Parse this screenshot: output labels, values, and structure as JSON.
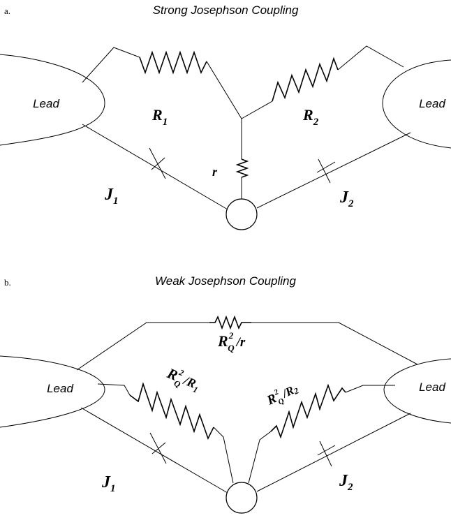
{
  "panel_a": {
    "letter": "a.",
    "title": "Strong Josephson Coupling",
    "lead_left": "Lead",
    "lead_right": "Lead",
    "r1": {
      "main": "R",
      "sub": "1"
    },
    "r2": {
      "main": "R",
      "sub": "2"
    },
    "r": "r",
    "j1": {
      "main": "J",
      "sub": "1"
    },
    "j2": {
      "main": "J",
      "sub": "2"
    }
  },
  "panel_b": {
    "letter": "b.",
    "title": "Weak Josephson Coupling",
    "lead_left": "Lead",
    "lead_right": "Lead",
    "top_res": {
      "main": "R",
      "sub": "Q",
      "sup": "2",
      "rest": "/r"
    },
    "left_res": {
      "main": "R",
      "sub": "Q",
      "sup": "2",
      "rest": "/R",
      "rest_sub": "1"
    },
    "right_res": {
      "main": "R",
      "sub": "Q",
      "sup": "2",
      "rest": "/R",
      "rest_sub": "2"
    },
    "j1": {
      "main": "J",
      "sub": "1"
    },
    "j2": {
      "main": "J",
      "sub": "2"
    }
  }
}
